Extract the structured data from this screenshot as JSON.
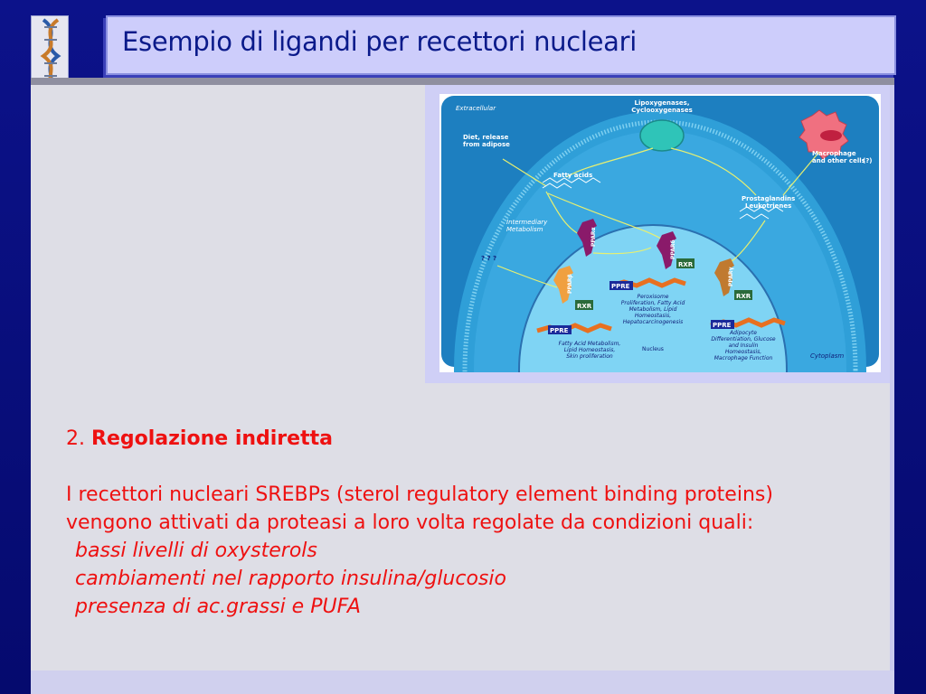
{
  "slide": {
    "title": "Esempio di ligandi per recettori nucleari"
  },
  "figure": {
    "labels": {
      "extracellular": "Extracellular",
      "lipoxygenases": "Lipoxygenases,",
      "cyclooxygenases": "Cyclooxygenases",
      "diet_1": "Diet, release",
      "diet_2": "from adipose",
      "fatty_acids": "Fatty acids",
      "macrophage_1": "Macrophage",
      "macrophage_2": "and other cells",
      "macrophage_q": "(?)",
      "prostaglandins_1": "Prostaglandins",
      "prostaglandins_2": "Leukotrienes",
      "intermediary_1": "Intermediary",
      "intermediary_2": "Metabolism",
      "unknown": "? ? ?",
      "ppar_alpha": "PPARα",
      "ppar_delta": "PPARδ",
      "ppar_gamma": "PPARγ",
      "ppar_beta": "PPARβ",
      "rxr": "RXR",
      "ppre": "PPRE",
      "perox_1": "Peroxisome",
      "perox_2": "Proliferation, Fatty Acid",
      "perox_3": "Metabolism, Lipid",
      "perox_4": "Homeostasis,",
      "perox_5": "Hepatocarcinogenesis",
      "fam_1": "Fatty Acid Metabolism,",
      "fam_2": "Lipid Homeostasis,",
      "fam_3": "Skin proliferation",
      "adipo_1": "Adipocyte",
      "adipo_2": "Differentiation, Glucose",
      "adipo_3": "and Insulin",
      "adipo_4": "Homeostasis,",
      "adipo_5": "Macrophage Function",
      "nucleus": "Nucleus",
      "cytoplasm": "Cytoplasm"
    }
  },
  "body": {
    "heading_number": "2.",
    "heading_bold": "Regolazione indiretta",
    "para_line1": "I recettori nucleari SREBPs (sterol regulatory  element binding proteins)",
    "para_line2": "vengono attivati da proteasi a loro volta regolate da condizioni quali:",
    "items": [
      "bassi livelli di oxysterols",
      "cambiamenti nel rapporto insulina/glucosio",
      "presenza di ac.grassi e PUFA"
    ]
  },
  "colors": {
    "background": "#0a0f7e",
    "title_text": "#0a1a8a",
    "body_text": "#ee1111"
  }
}
